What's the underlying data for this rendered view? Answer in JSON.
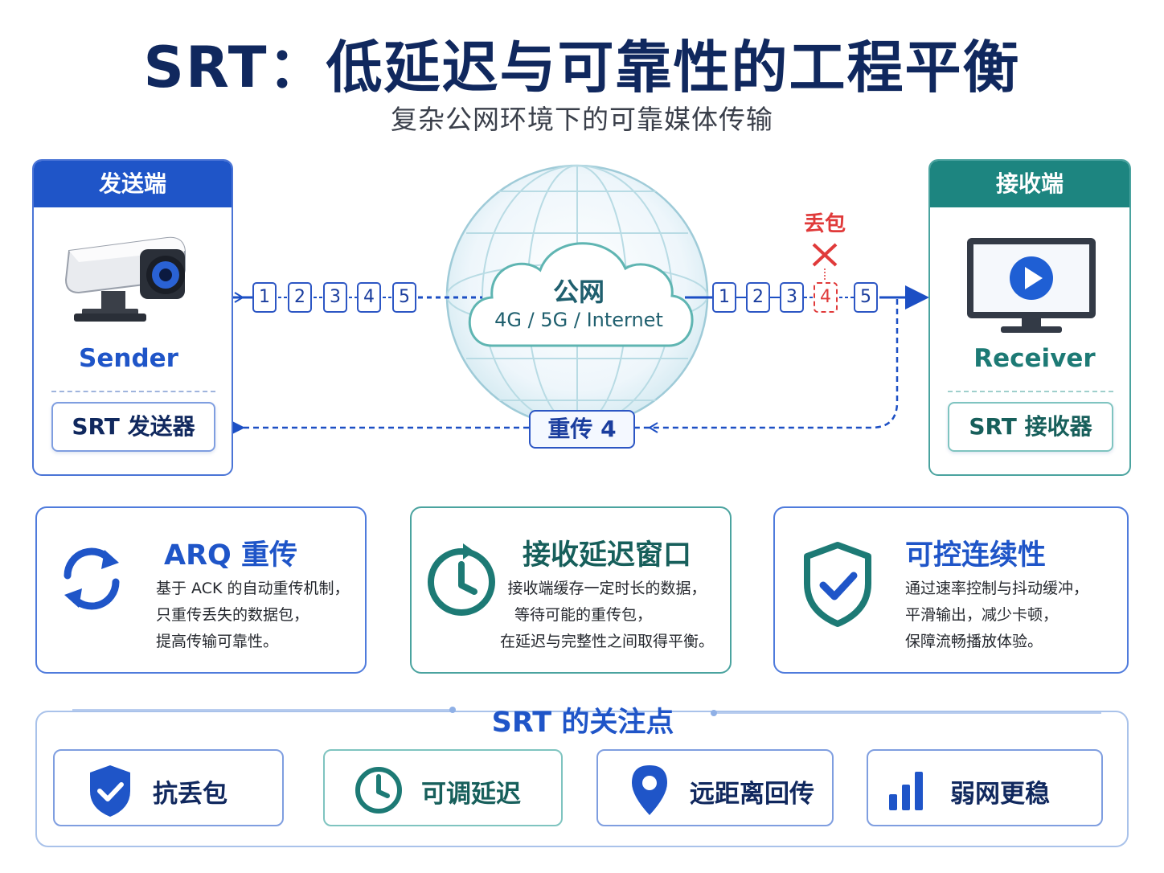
{
  "title": "SRT：低延迟与可靠性的工程平衡",
  "subtitle": "复杂公网环境下的可靠媒体传输",
  "sender": {
    "header": "发送端",
    "name": "Sender",
    "component": "SRT 发送器"
  },
  "receiver": {
    "header": "接收端",
    "name": "Receiver",
    "component": "SRT 接收器"
  },
  "network": {
    "label": "公网",
    "sublabel": "4G / 5G / Internet"
  },
  "packets_sent": [
    "1",
    "2",
    "3",
    "4",
    "5"
  ],
  "packets_received": [
    "1",
    "2",
    "3",
    "4",
    "5"
  ],
  "lost_packet_index": 3,
  "loss_label": "丢包",
  "retransmit_label": "重传 4",
  "features": [
    {
      "title": "ARQ 重传",
      "icon": "refresh-icon",
      "lines": [
        "基于 ACK 的自动重传机制，",
        "只重传丢失的数据包，",
        "提高传输可靠性。"
      ]
    },
    {
      "title": "接收延迟窗口",
      "icon": "clock-icon",
      "lines": [
        "接收端缓存一定时长的数据，",
        "等待可能的重传包，",
        "在延迟与完整性之间取得平衡。"
      ]
    },
    {
      "title": "可控连续性",
      "icon": "shield-check-icon",
      "lines": [
        "通过速率控制与抖动缓冲，",
        "平滑输出，减少卡顿，",
        "保障流畅播放体验。"
      ]
    }
  ],
  "focus": {
    "title": "SRT 的关注点",
    "items": [
      {
        "label": "抗丢包",
        "icon": "shield-check-icon"
      },
      {
        "label": "可调延迟",
        "icon": "clock-icon"
      },
      {
        "label": "远距离回传",
        "icon": "location-pin-icon"
      },
      {
        "label": "弱网更稳",
        "icon": "signal-bars-icon"
      }
    ]
  },
  "colors": {
    "navy": "#10285e",
    "blue": "#1c4fc4",
    "teal": "#1f7f7b",
    "red": "#e03a3a"
  }
}
